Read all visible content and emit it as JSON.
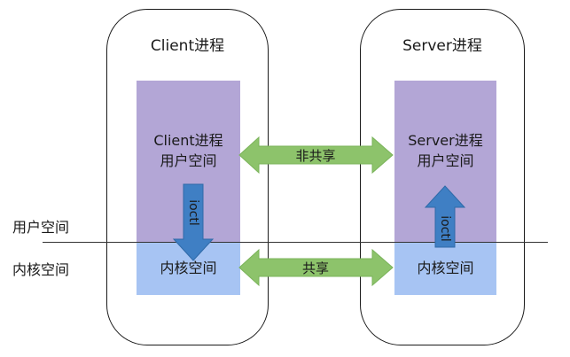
{
  "space_labels": {
    "user_space": "用户空间",
    "kernel_space": "内核空间"
  },
  "client": {
    "process_title": "Client进程",
    "user_block_line1": "Client进程",
    "user_block_line2": "用户空间",
    "kernel_block": "内核空间",
    "ioctl_label": "ioctl"
  },
  "server": {
    "process_title": "Server进程",
    "user_block_line1": "Server进程",
    "user_block_line2": "用户空间",
    "kernel_block": "内核空间",
    "ioctl_label": "ioctl"
  },
  "links": {
    "user_link_label": "非共享",
    "kernel_link_label": "共享"
  },
  "colors": {
    "user_space_fill": "#b3a6d6",
    "kernel_space_fill": "#a7c4f3",
    "shared_arrow": "#8dc36b",
    "ioctl_arrow": "#3f7fc4"
  }
}
